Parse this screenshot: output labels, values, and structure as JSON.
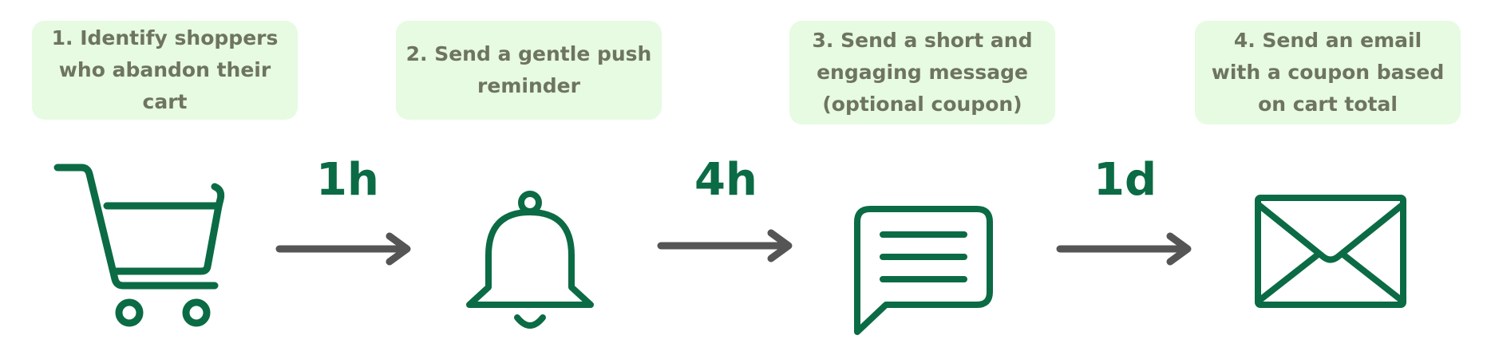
{
  "steps": [
    {
      "label": "1. Identify shoppers\nwho abandon their cart",
      "icon": "shopping-cart-icon"
    },
    {
      "label": "2. Send a gentle push\nreminder",
      "icon": "bell-icon"
    },
    {
      "label": "3. Send a short and\nengaging message\n(optional coupon)",
      "icon": "chat-message-icon"
    },
    {
      "label": "4. Send an email\nwith a coupon based\non cart total",
      "icon": "envelope-icon"
    }
  ],
  "delays": [
    "1h",
    "4h",
    "1d"
  ],
  "colors": {
    "box_background": "#e6fbe1",
    "box_text": "#6e745f",
    "icon_green": "#0b6b45",
    "arrow_gray": "#555555"
  }
}
